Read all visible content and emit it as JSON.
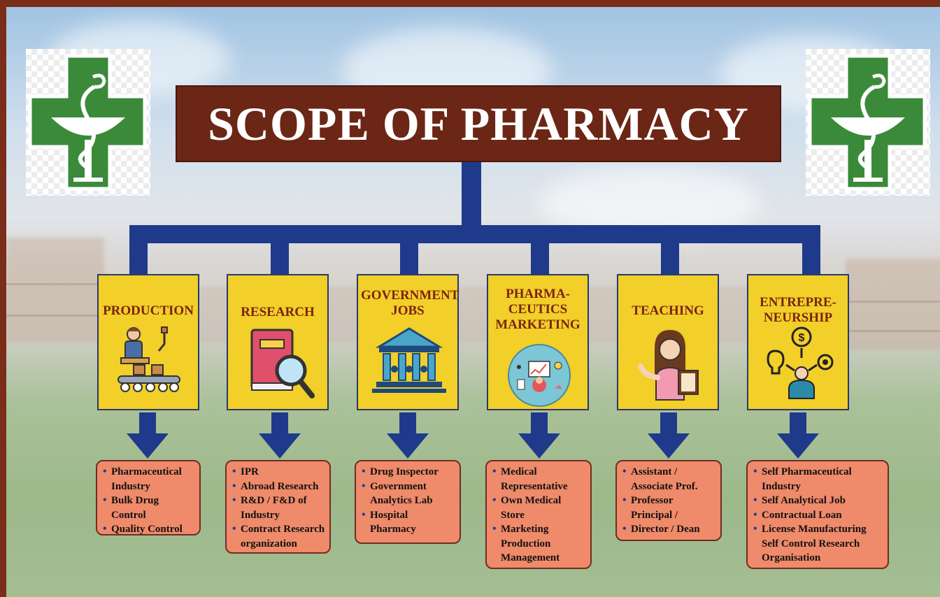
{
  "title": "SCOPE OF PHARMACY",
  "colors": {
    "banner": "#6b2615",
    "connector": "#1f3a8a",
    "card": "#f2cf29",
    "card_title": "#7a2412",
    "info_box": "#ef8a6a",
    "logo_green": "#3a8a3a"
  },
  "logos": [
    {
      "icon": "pharmacy-cross-icon"
    },
    {
      "icon": "pharmacy-cross-icon"
    }
  ],
  "categories": [
    {
      "id": "production",
      "title": "PRODUCTION",
      "icon": "factory-worker-icon",
      "items": [
        "Pharmaceutical Industry",
        "Bulk Drug Control",
        "Quality Control"
      ]
    },
    {
      "id": "research",
      "title": "RESEARCH",
      "icon": "book-magnifier-icon",
      "items": [
        "IPR",
        "Abroad Research",
        "R&D / F&D of Industry",
        "Contract Research organization"
      ]
    },
    {
      "id": "government-jobs",
      "title": "GOVERNMENT JOBS",
      "icon": "government-building-icon",
      "items": [
        "Drug Inspector",
        "Government Analytics Lab",
        "Hospital Pharmacy"
      ]
    },
    {
      "id": "pharmaceutics-marketing",
      "title": "PHARMA- CEUTICS MARKETING",
      "icon": "marketing-circle-icon",
      "items": [
        "Medical Representative",
        "Own Medical Store",
        "Marketing Production Management"
      ]
    },
    {
      "id": "teaching",
      "title": "TEACHING",
      "icon": "teacher-icon",
      "items": [
        "Assistant / Associate Prof.",
        "Professor Principal /",
        "Director / Dean"
      ]
    },
    {
      "id": "entrepreneurship",
      "title": "ENTREPRE- NEURSHIP",
      "icon": "entrepreneur-ideas-icon",
      "items": [
        "Self Pharmaceutical Industry",
        "Self Analytical Job",
        "Contractual Loan",
        "License Manufacturing Self Control Research Organisation"
      ]
    }
  ]
}
